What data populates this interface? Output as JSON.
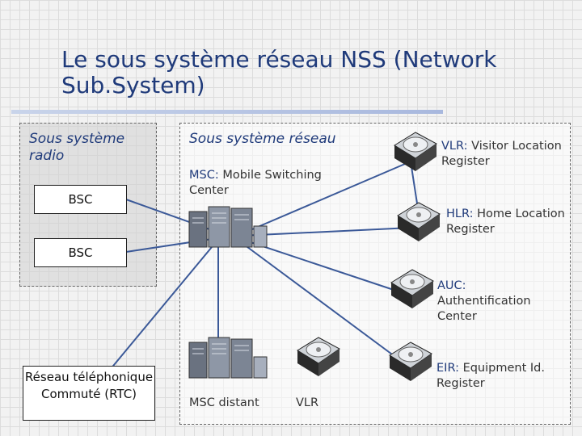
{
  "slide": {
    "title": "Le sous système réseau NSS (Network Sub.System)"
  },
  "radio": {
    "heading": "Sous système radio",
    "bsc1": "BSC",
    "bsc2": "BSC"
  },
  "network": {
    "heading": "Sous système réseau",
    "msc_abbr": "MSC:",
    "msc_desc": "Mobile Switching Center",
    "vlr_abbr": "VLR:",
    "vlr_desc": "Visitor Location Register",
    "hlr_abbr": "HLR:",
    "hlr_desc": "Home Location Register",
    "auc_abbr": "AUC:",
    "auc_desc": "Authentification Center",
    "eir_abbr": "EIR:",
    "eir_desc": "Equipment Id. Register",
    "msc_remote": "MSC distant",
    "vlr2": "VLR"
  },
  "rtc": {
    "label": "Réseau téléphonique Commuté (RTC)"
  },
  "colors": {
    "title": "#1f3a7a",
    "line": "#3b5998"
  },
  "icons": [
    "server-rack-icon",
    "hard-disk-icon"
  ]
}
